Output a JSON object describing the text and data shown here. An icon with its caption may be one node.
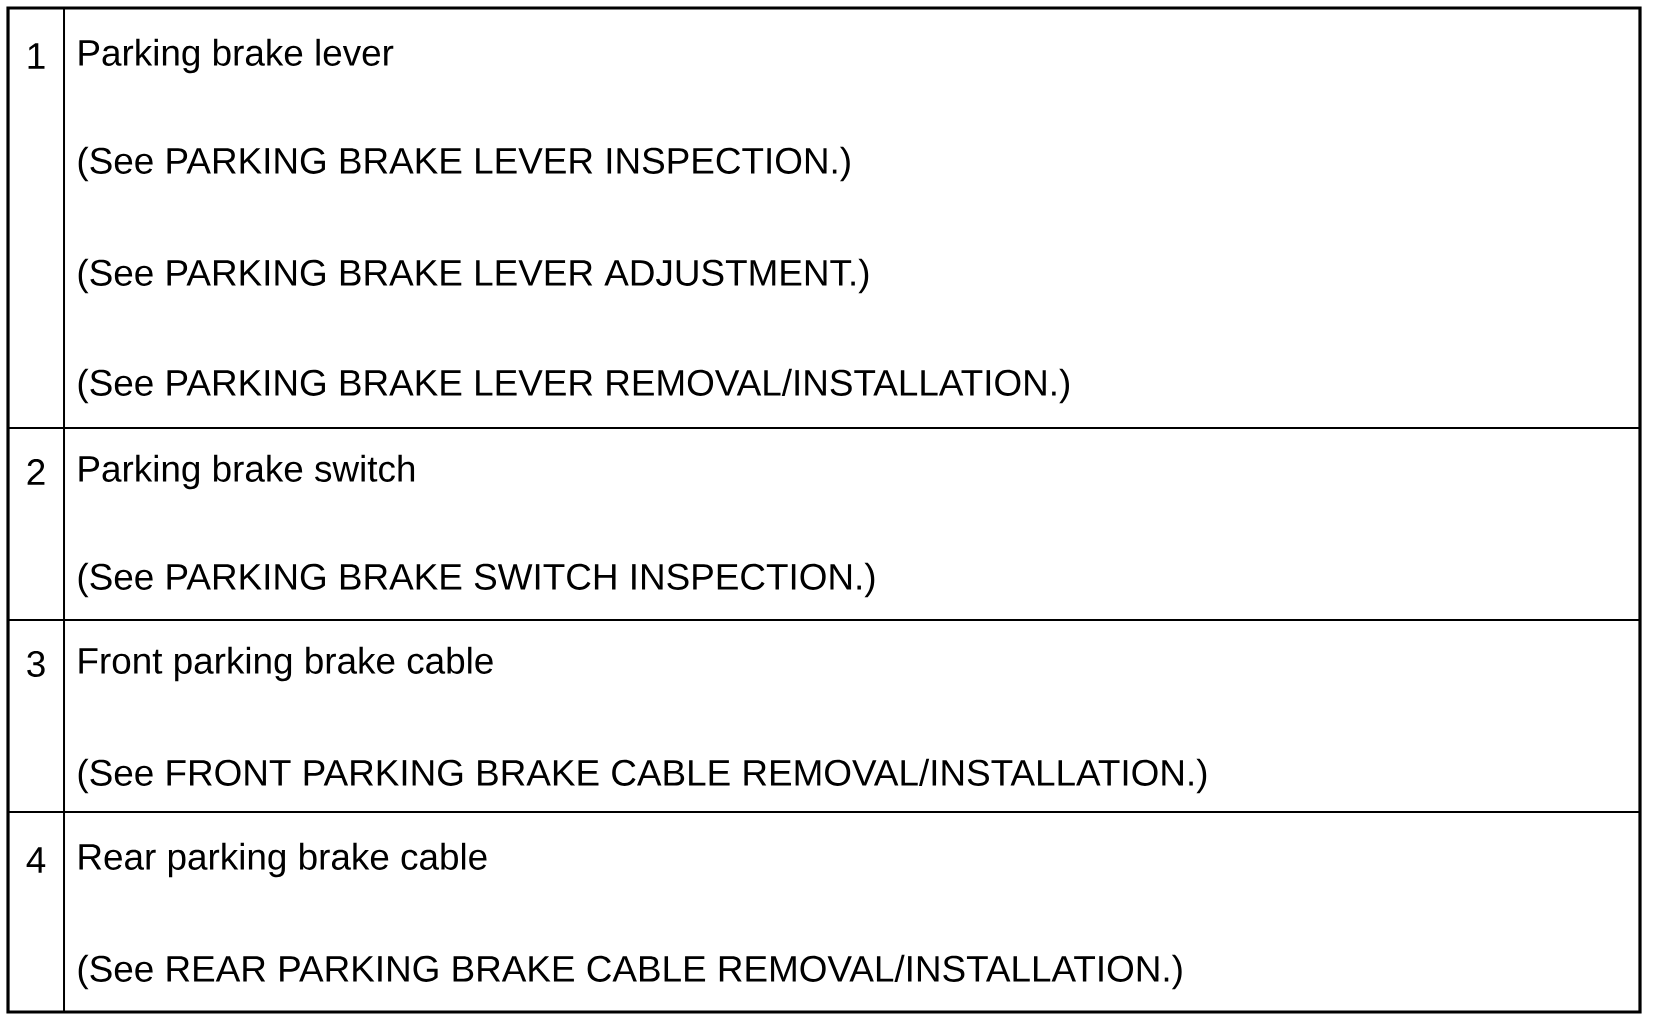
{
  "diagram": {
    "labels": [
      "1",
      "Parking brake lever",
      "(See PARKING BRAKE LEVER INSPECTION.)",
      "(See PARKING BRAKE LEVER ADJUSTMENT.)",
      "(See PARKING BRAKE LEVER REMOVAL/INSTALLATION.)",
      "2",
      "Parking brake switch",
      "(See PARKING BRAKE SWITCH INSPECTION.)",
      "3",
      "Front parking brake cable",
      "(See FRONT PARKING BRAKE CABLE REMOVAL/INSTALLATION.)",
      "4",
      "Rear parking brake cable",
      "(See REAR PARKING BRAKE CABLE REMOVAL/INSTALLATION.)"
    ]
  }
}
